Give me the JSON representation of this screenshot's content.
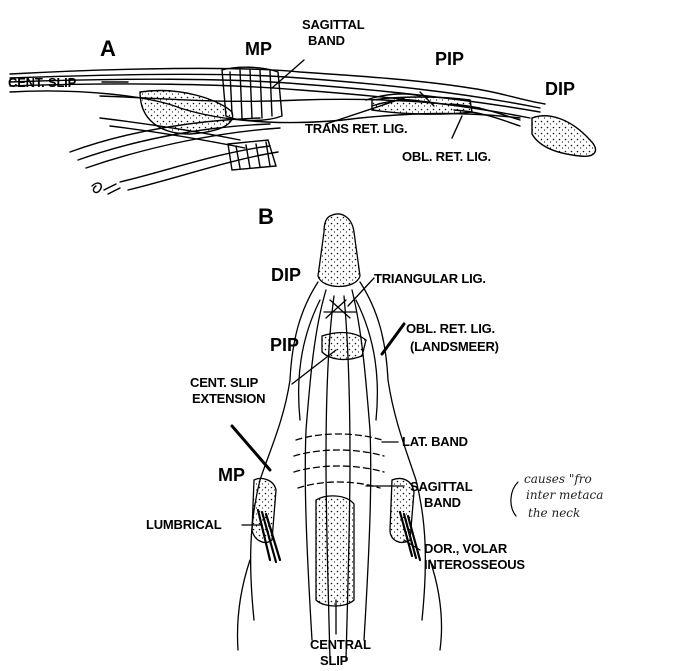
{
  "figure_a": {
    "panel_label": "A",
    "labels": {
      "cent_slip": "CENT. SLIP",
      "mp": "MP",
      "sagittal_band_1": "SAGITTAL",
      "sagittal_band_2": "BAND",
      "pip": "PIP",
      "dip": "DIP",
      "trans_ret_lig": "TRANS RET. LIG.",
      "obl_ret_lig": "OBL. RET. LIG."
    }
  },
  "figure_b": {
    "panel_label": "B",
    "labels": {
      "dip": "DIP",
      "triangular_lig": "TRIANGULAR LIG.",
      "pip": "PIP",
      "obl_ret_lig": "OBL. RET. LIG.",
      "landsmeer": "(LANDSMEER)",
      "cent_slip_ext_1": "CENT. SLIP",
      "cent_slip_ext_2": "EXTENSION",
      "lat_band": "LAT. BAND",
      "mp": "MP",
      "sagittal_band_1": "SAGITTAL",
      "sagittal_band_2": "BAND",
      "lumbrical": "LUMBRICAL",
      "dor_volar_1": "DOR., VOLAR",
      "dor_volar_2": "INTEROSSEOUS",
      "central_slip_1": "CENTRAL",
      "central_slip_2": "SLIP"
    }
  },
  "handwritten_note": {
    "line1": "causes \"fro",
    "line2": "inter metaca",
    "line3": "the   neck"
  }
}
